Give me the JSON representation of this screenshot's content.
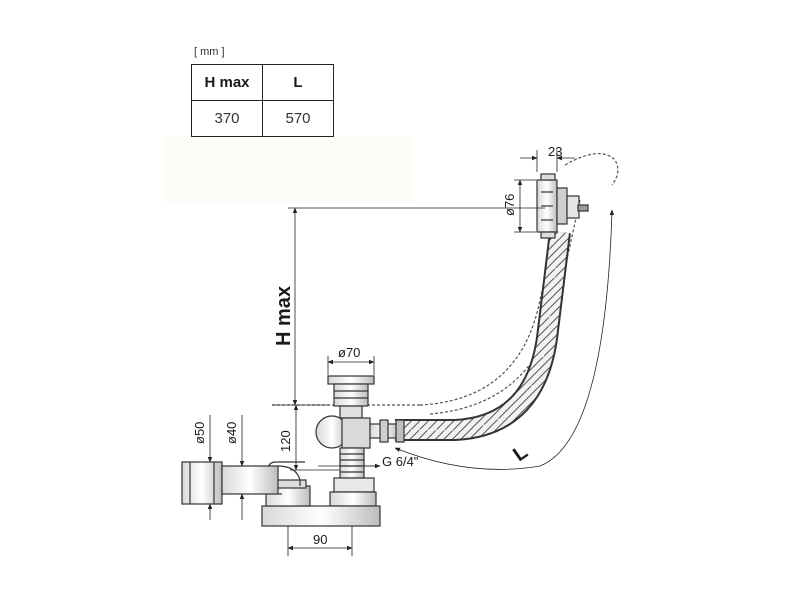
{
  "units": "[ mm ]",
  "table": {
    "headers": [
      "H max",
      "L"
    ],
    "values": [
      "370",
      "570"
    ]
  },
  "labels": {
    "dim_23": "23",
    "dim_76": "ø76",
    "dim_hmax": "H max",
    "dim_70": "ø70",
    "dim_120": "120",
    "dim_50": "ø50",
    "dim_40": "ø40",
    "dim_thread": "G 6/4\"",
    "dim_L": "L",
    "dim_90": "90"
  }
}
